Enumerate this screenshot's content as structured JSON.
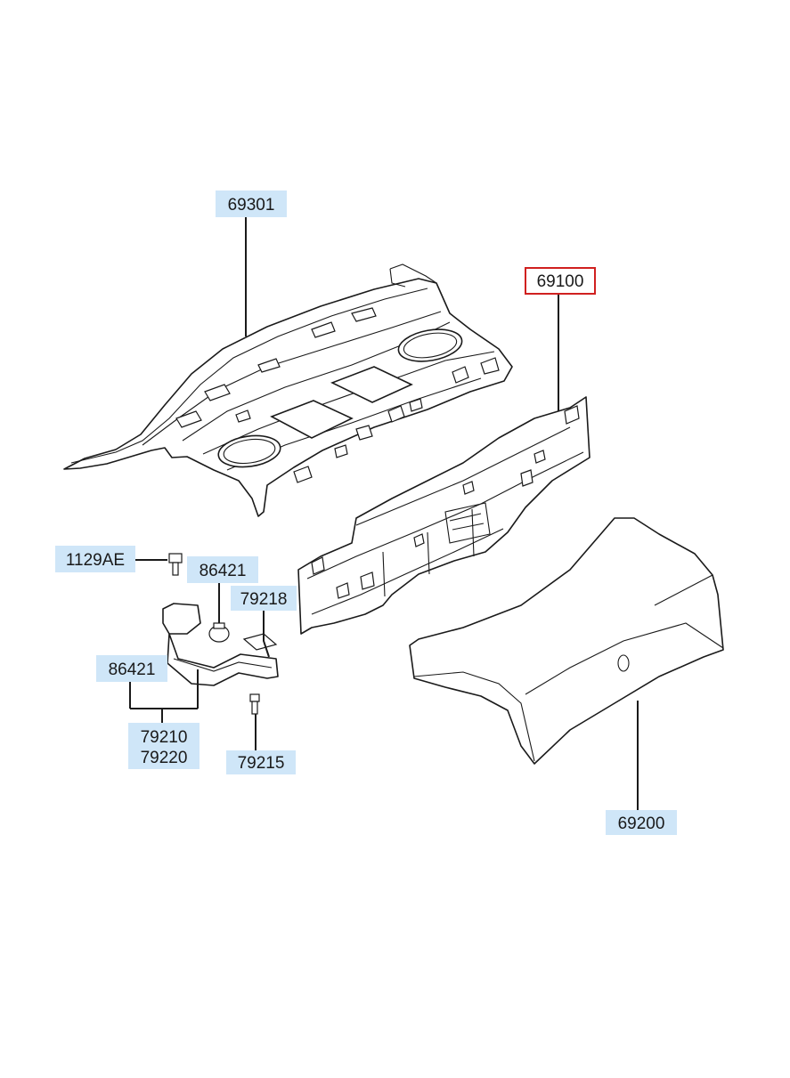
{
  "labels": {
    "l69301": "69301",
    "l69100": "69100",
    "l1129AE": "1129AE",
    "l86421a": "86421",
    "l79218": "79218",
    "l86421b": "86421",
    "l79210": "79210",
    "l79220": "79220",
    "l79215": "79215",
    "l69200": "69200"
  },
  "colors": {
    "label_bg": "#cfe6f8",
    "selected_border": "#d0201f",
    "line": "#1a1a1a"
  },
  "selected_part": "69100"
}
